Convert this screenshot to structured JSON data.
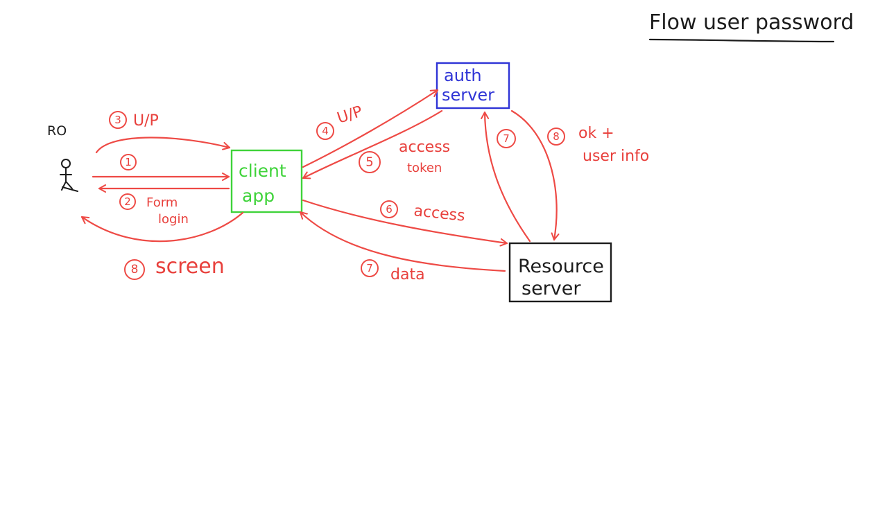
{
  "title": "Flow user password",
  "colors": {
    "arrows": "#ee4a45",
    "client_box": "#3fd33a",
    "auth_box": "#2f34d6",
    "resource_box": "#1c1c1c",
    "title_underline": "#1c1c1c"
  },
  "actor": {
    "label": "RO",
    "icon": "stick-figure-icon"
  },
  "nodes": {
    "client": {
      "line1": "client",
      "line2": "app"
    },
    "auth": {
      "line1": "auth",
      "line2": "server"
    },
    "resource": {
      "line1": "Resource",
      "line2": "server"
    }
  },
  "steps": [
    {
      "id": "s1",
      "number": "1",
      "text": ""
    },
    {
      "id": "s2",
      "number": "2",
      "text": "Form login"
    },
    {
      "id": "s3",
      "number": "3",
      "text": "U/P"
    },
    {
      "id": "s4",
      "number": "4",
      "text": "U/P"
    },
    {
      "id": "s5",
      "number": "5",
      "text": "access token"
    },
    {
      "id": "s6",
      "number": "6",
      "text": "access"
    },
    {
      "id": "s7a",
      "number": "7",
      "text": ""
    },
    {
      "id": "s7b",
      "number": "7",
      "text": "data"
    },
    {
      "id": "s8a",
      "number": "8",
      "text": "ok + user info"
    },
    {
      "id": "s8b",
      "number": "8",
      "text": "screen"
    }
  ]
}
